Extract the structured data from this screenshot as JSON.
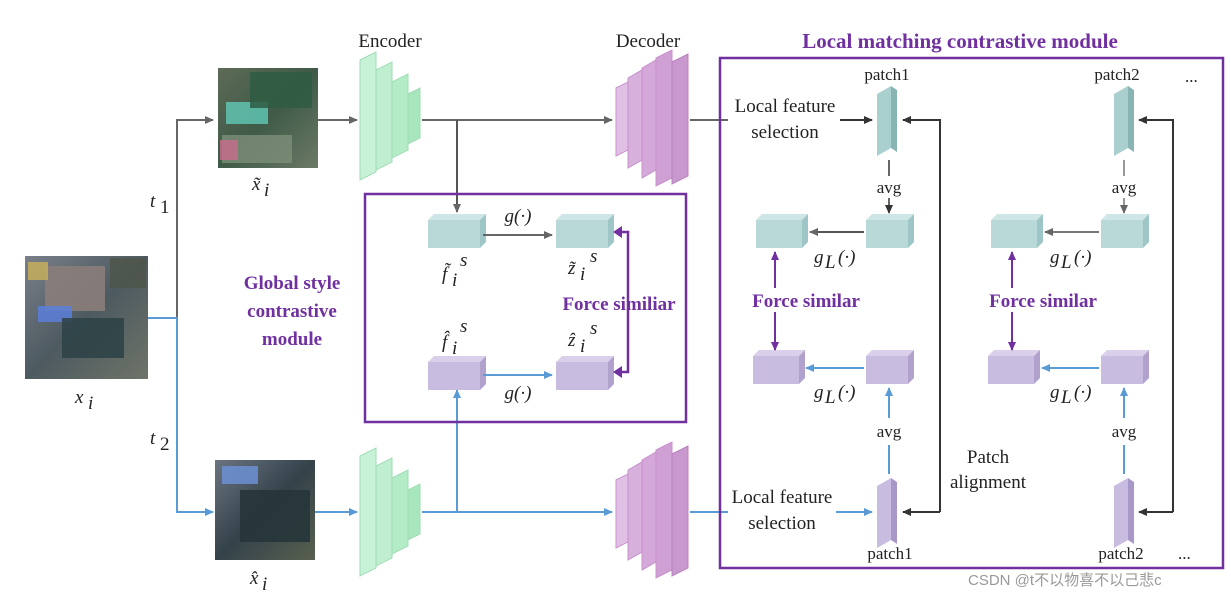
{
  "labels": {
    "encoder": "Encoder",
    "decoder": "Decoder",
    "local_module_title": "Local matching contrastive module",
    "global_module_title_1": "Global style",
    "global_module_title_2": "contrastive",
    "global_module_title_3": "module",
    "force_similar": "Force similiar",
    "force_similar_local": "Force similar",
    "patch1": "patch1",
    "patch2": "patch2",
    "ellipsis": "...",
    "avg": "avg",
    "local_feature_1": "Local feature",
    "local_feature_2": "selection",
    "patch_alignment_1": "Patch",
    "patch_alignment_2": "alignment",
    "watermark": "CSDN @t不以物喜不以己悲c"
  },
  "math": {
    "t1": "t",
    "t1_sub": "1",
    "t2": "t",
    "t2_sub": "2",
    "xi": "x",
    "xi_sub": "i",
    "xi_tilde": "x̃",
    "xi_hat": "x̂",
    "g": "g(·)",
    "gL": "g",
    "gL_sub": "L",
    "gL_arg": "(·)",
    "f_tilde": "f̃",
    "f_hat": "f̂",
    "z_tilde": "z̃",
    "z_hat": "ẑ",
    "sub_i": "i",
    "sup_s": "s"
  },
  "colors": {
    "purple": "#7030a0",
    "gray_arrow": "#666666",
    "blue_arrow": "#5b9bd5",
    "teal_box": "#b9d8d8",
    "lilac_box": "#c8bce0",
    "encoder_green": "#b5ecc8",
    "decoder_purple": "#d4a8d8"
  }
}
